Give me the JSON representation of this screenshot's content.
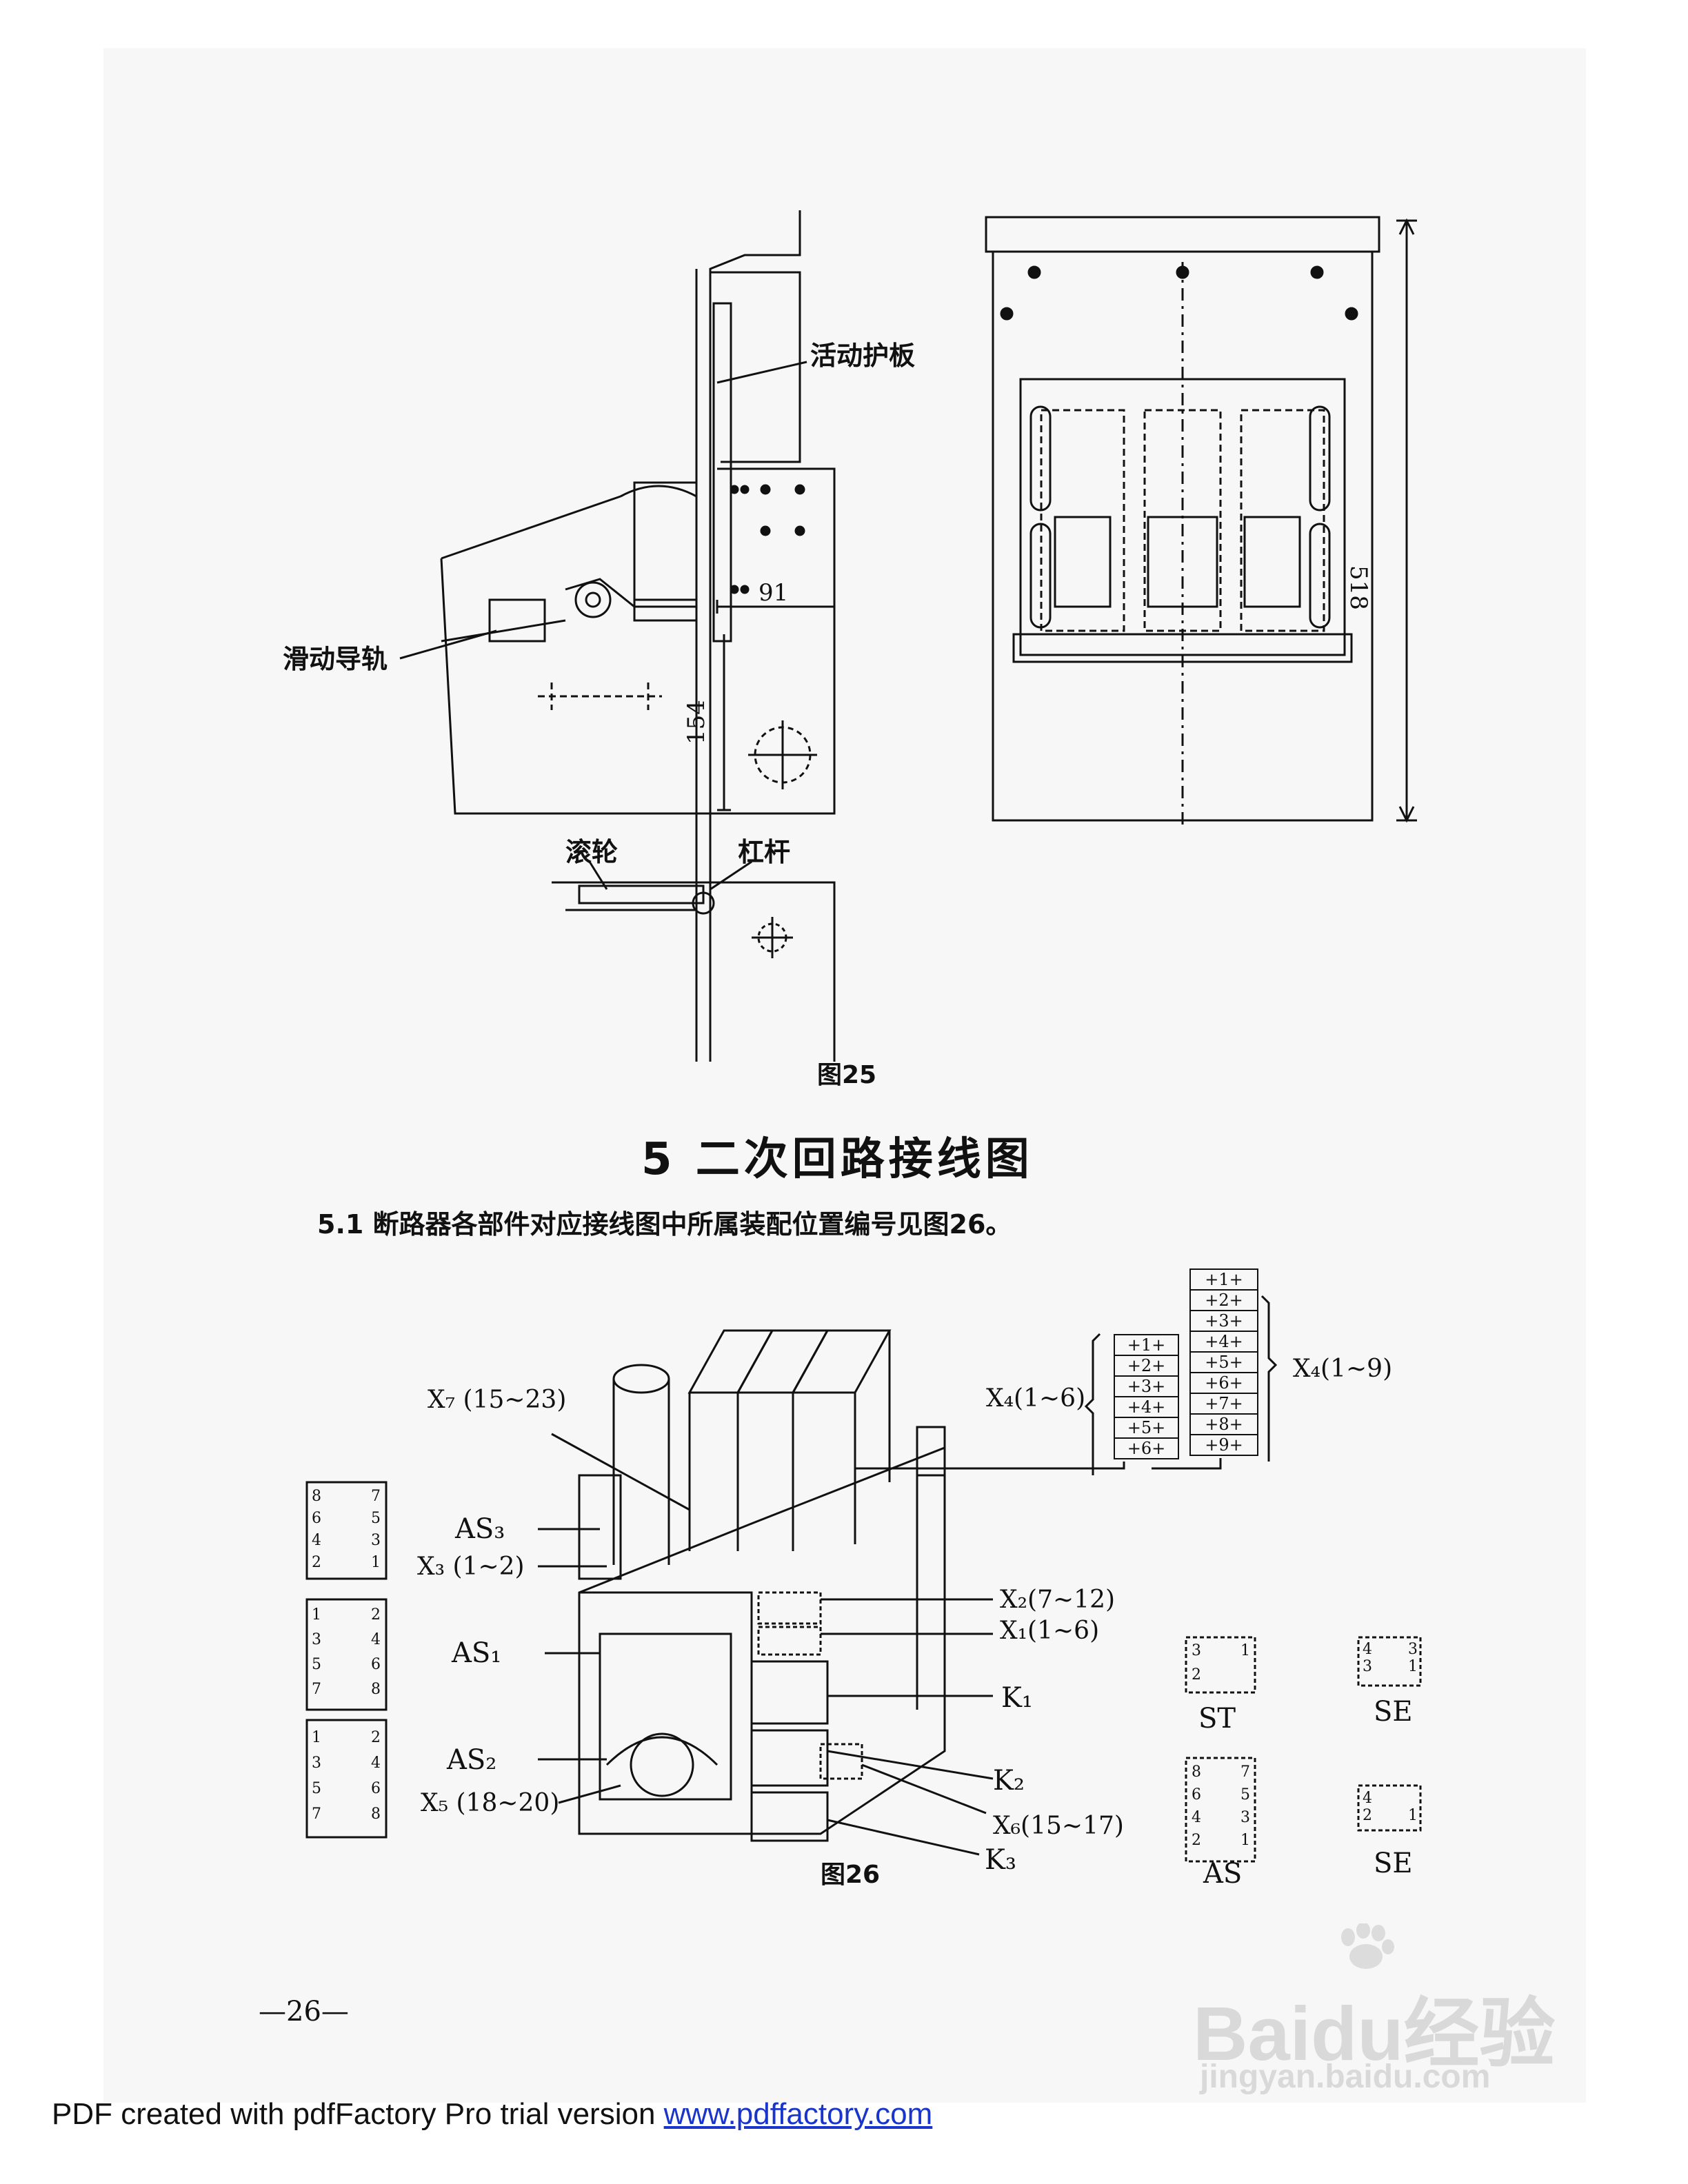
{
  "figure25": {
    "label_guard": "活动护板",
    "label_rail": "滑动导轨",
    "label_roller": "滚轮",
    "label_lever": "杠杆",
    "dim_91": "91",
    "dim_154": "154",
    "dim_518": "518",
    "caption": "图25"
  },
  "section": {
    "title": "5  二次回路接线图",
    "subtitle": "5.1  断路器各部件对应接线图中所属装配位置编号见图26。"
  },
  "figure26": {
    "x7": "X₇ (15~23)",
    "as3": "AS₃",
    "x3": "X₃ (1~2)",
    "as1": "AS₁",
    "as2": "AS₂",
    "x5": "X₅ (18~20)",
    "x4_16": "X₄(1~6)",
    "x4_19": "X₄(1~9)",
    "x2": "X₂(7~12)",
    "x1": "X₁(1~6)",
    "k1": "K₁",
    "k2": "K₂",
    "x6": "X₆(15~17)",
    "k3": "K₃",
    "caption": "图26",
    "term_block_left": [
      "+1+",
      "+2+",
      "+3+",
      "+4+",
      "+5+",
      "+6+"
    ],
    "term_block_right": [
      "+1+",
      "+2+",
      "+3+",
      "+4+",
      "+5+",
      "+6+",
      "+7+",
      "+8+",
      "+9+"
    ],
    "as3_contacts": [
      [
        "8",
        "7"
      ],
      [
        "6",
        "5"
      ],
      [
        "4",
        "3"
      ],
      [
        "2",
        "1"
      ]
    ],
    "as1_contacts": [
      [
        "1",
        "2"
      ],
      [
        "3",
        "4"
      ],
      [
        "5",
        "6"
      ],
      [
        "7",
        "8"
      ]
    ],
    "as2_contacts": [
      [
        "1",
        "2"
      ],
      [
        "3",
        "4"
      ],
      [
        "5",
        "6"
      ],
      [
        "7",
        "8"
      ]
    ],
    "st_label": "ST",
    "st_contacts": [
      "3",
      "1",
      "2"
    ],
    "se_label_top": "SE",
    "se_top_contacts": [
      "4",
      "3",
      "3",
      "1"
    ],
    "as_label": "AS",
    "as_contacts": [
      "8",
      "7",
      "6",
      "5",
      "4",
      "3",
      "2",
      "1"
    ],
    "se_label_bottom": "SE",
    "se_bottom_contacts": [
      "4",
      "2",
      "1"
    ]
  },
  "page_number": "—26—",
  "footer": {
    "text": "PDF created with pdfFactory Pro trial version ",
    "link": "www.pdffactory.com"
  },
  "watermark": {
    "brand": "Baidu经验",
    "url": "jingyan.baidu.com"
  }
}
